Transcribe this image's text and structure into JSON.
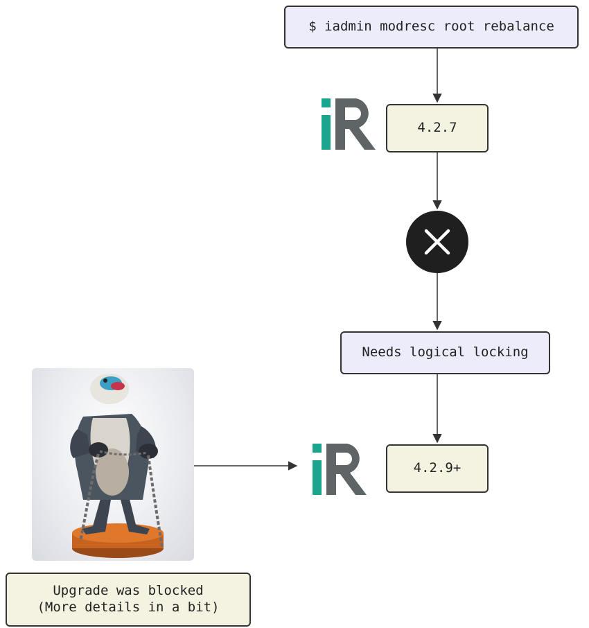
{
  "nodes": {
    "command": "$ iadmin modresc root rebalance",
    "version_old": "4.2.7",
    "needs_locking": "Needs logical locking",
    "version_new": "4.2.9+",
    "note_line1": "Upgrade was blocked",
    "note_line2": "(More details in a bit)"
  },
  "icons": {
    "logo": "irods-logo-icon",
    "blocked": "x-circle-icon",
    "photo": "chained-baboon-figurine-image"
  },
  "colors": {
    "command_fill": "#ececfb",
    "version_fill": "#f4f2e0",
    "logo_teal": "#1aa58c",
    "logo_grey": "#5f6466",
    "edge": "#333333"
  }
}
